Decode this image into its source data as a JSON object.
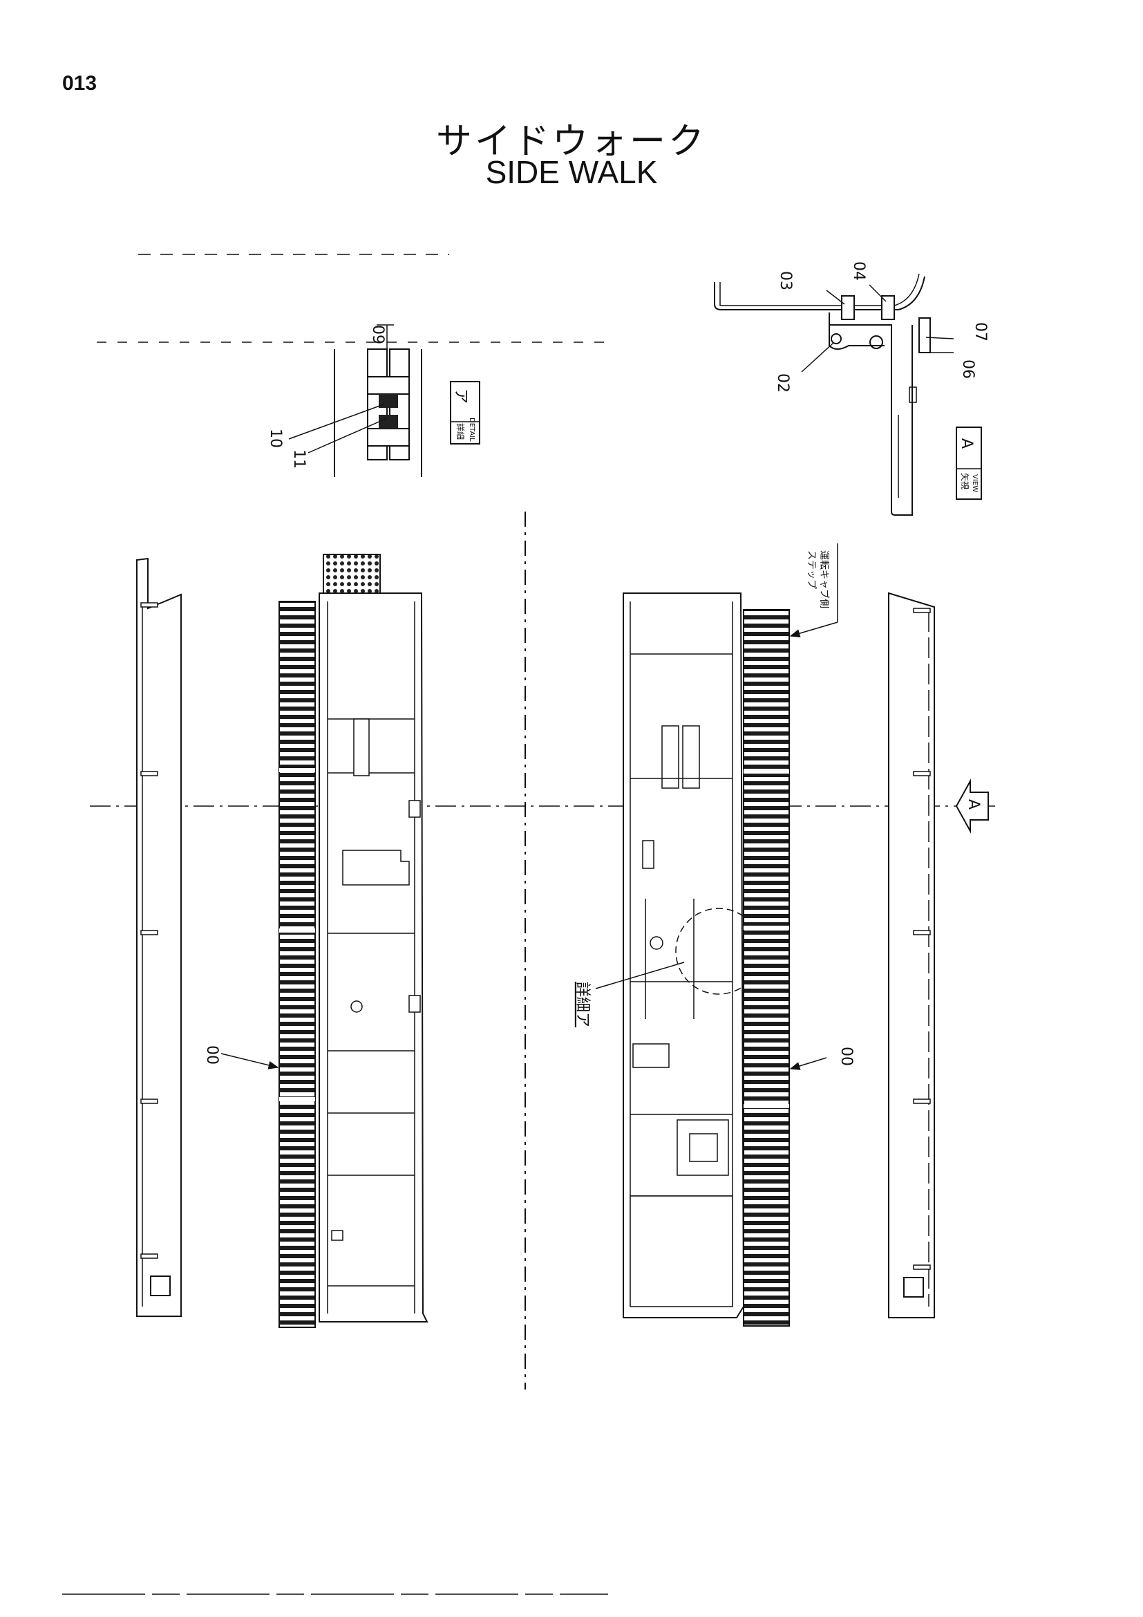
{
  "page_number": "013",
  "title": {
    "japanese": "サイドウォーク",
    "english": "SIDE WALK"
  },
  "detail_view": {
    "label_ja": "詳細",
    "label_en": "DETAIL",
    "mark": "ア",
    "callouts": [
      "09",
      "10",
      "11"
    ]
  },
  "view_a": {
    "label_ja": "矢視",
    "label_en": "VIEW",
    "mark": "A",
    "callouts": [
      "02",
      "03",
      "04",
      "06",
      "07"
    ]
  },
  "main_view": {
    "left_callout": "00",
    "right_callout": "00",
    "detail_ref": "詳細ア",
    "note_line1": "運転キャブ側",
    "note_line2": "ステップ",
    "arrow_mark": "A"
  }
}
